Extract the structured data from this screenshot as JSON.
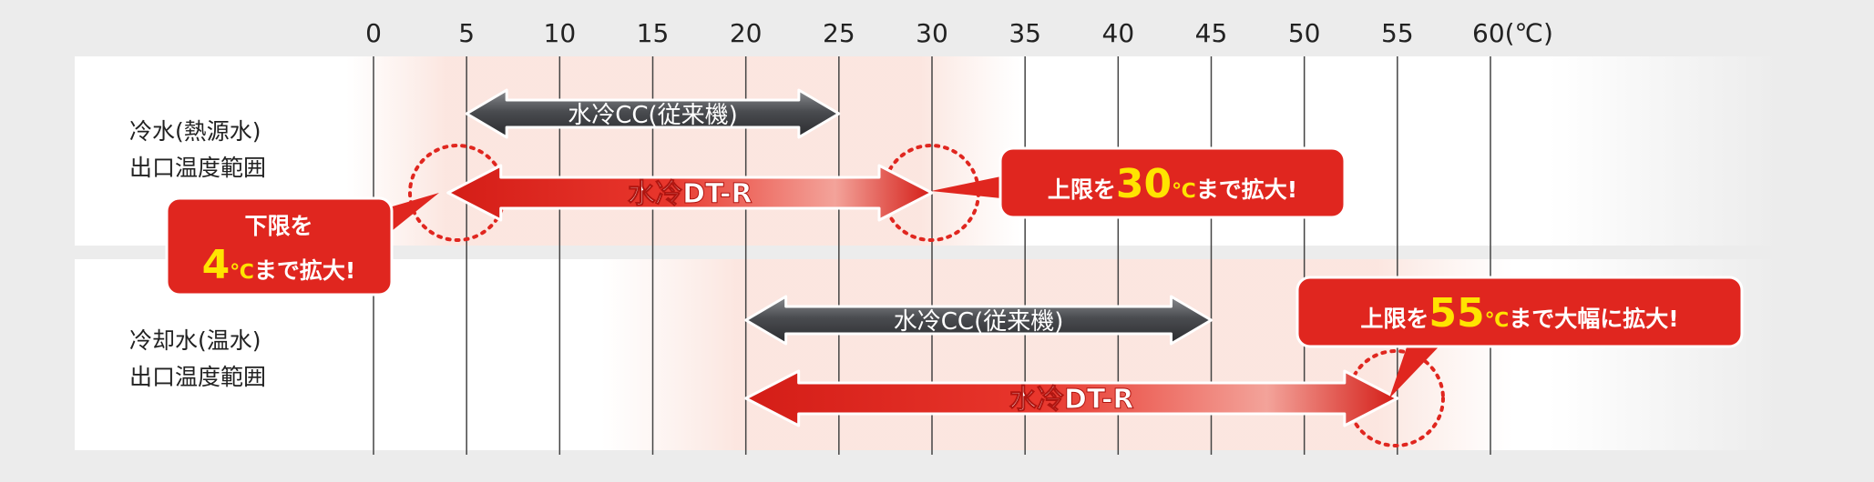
{
  "chart_data": {
    "type": "range-arrows",
    "x_ticks": [
      "0",
      "5",
      "10",
      "15",
      "20",
      "25",
      "30",
      "35",
      "40",
      "45",
      "50",
      "55",
      "60(℃)"
    ],
    "x_values": [
      0,
      5,
      10,
      15,
      20,
      25,
      30,
      35,
      40,
      45,
      50,
      55,
      60
    ],
    "xlim": [
      0,
      60
    ],
    "rows": [
      {
        "label_line1": "冷水(熱源水)",
        "label_line2": "出口温度範囲",
        "series": [
          {
            "name": "水冷CC(従来機)",
            "start": 5,
            "end": 25,
            "color": "#4a4c50"
          },
          {
            "name": "水冷DT-R",
            "start": 4,
            "end": 30,
            "color": "#e0261f"
          }
        ]
      },
      {
        "label_line1": "冷却水(温水)",
        "label_line2": "出口温度範囲",
        "series": [
          {
            "name": "水冷CC(従来機)",
            "start": 20,
            "end": 45,
            "color": "#4a4c50"
          },
          {
            "name": "水冷DT-R",
            "start": 20,
            "end": 55,
            "color": "#e0261f"
          }
        ]
      }
    ],
    "callouts": [
      {
        "pre": "下限を",
        "num": "4",
        "unit": "℃",
        "post": "まで拡大!",
        "target": 4
      },
      {
        "pre": "上限を",
        "num": "30",
        "unit": "℃",
        "post": "まで拡大!",
        "target": 30
      },
      {
        "pre": "上限を",
        "num": "55",
        "unit": "℃",
        "post": "まで大幅に拡大!",
        "target": 55
      }
    ],
    "grid": true
  },
  "colors": {
    "background": "#ececec",
    "panel": "#ffffff",
    "gridline": "#444444",
    "accent_red": "#e0261f",
    "callout_yellow": "#ffe400",
    "gray_arrow": "#4a4c50"
  }
}
